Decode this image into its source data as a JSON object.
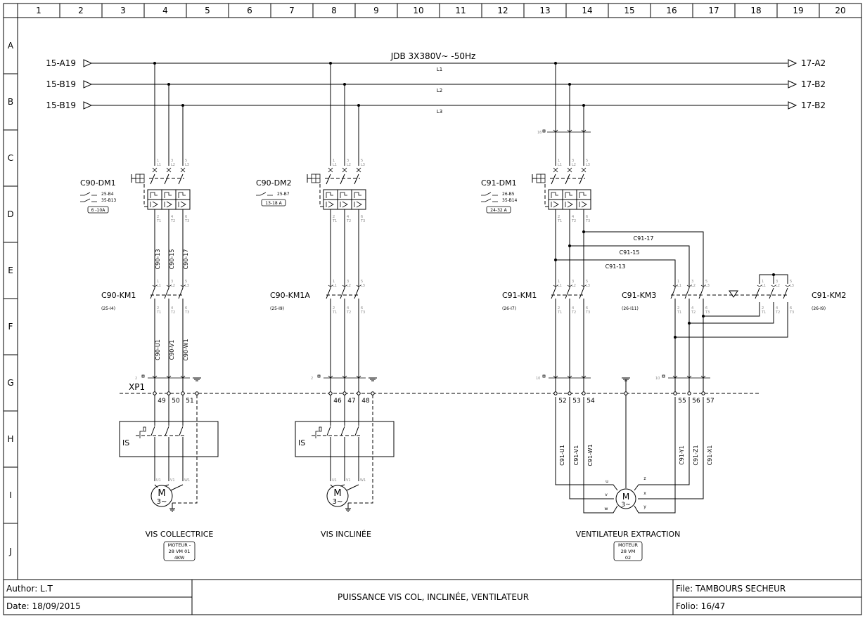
{
  "frame": {
    "columns": [
      "1",
      "2",
      "3",
      "4",
      "5",
      "6",
      "7",
      "8",
      "9",
      "10",
      "11",
      "12",
      "13",
      "14",
      "15",
      "16",
      "17",
      "18",
      "19",
      "20"
    ],
    "rows": [
      "A",
      "B",
      "C",
      "D",
      "E",
      "F",
      "G",
      "H",
      "I",
      "J"
    ]
  },
  "bus": {
    "title": "JDB  3X380V~ -50Hz",
    "lines": [
      {
        "name": "L1",
        "from": "15-A19",
        "to": "17-A2"
      },
      {
        "name": "L2",
        "from": "15-B19",
        "to": "17-B2"
      },
      {
        "name": "L3",
        "from": "15-B19",
        "to": "17-B2"
      }
    ]
  },
  "terminal_strip": "XP1",
  "isolator_label": "IS",
  "motor_symbol": {
    "letter": "M",
    "phase": "3~"
  },
  "breakers": [
    {
      "name": "C90-DM1",
      "aux": [
        "25-B4",
        "35-B13"
      ],
      "rating": "6 -10A"
    },
    {
      "name": "C90-DM2",
      "aux": [
        "25-B7"
      ],
      "rating": "13-18 A"
    },
    {
      "name": "C91-DM1",
      "aux": [
        "26-B5",
        "35-B14"
      ],
      "rating": "24-32 A"
    }
  ],
  "contactors": [
    {
      "name": "C90-KM1",
      "ref": "(25-I4)"
    },
    {
      "name": "C90-KM1A",
      "ref": "(25-I9)"
    },
    {
      "name": "C91-KM1",
      "ref": "(26-I7)"
    },
    {
      "name": "C91-KM3",
      "ref": "(26-I11)"
    },
    {
      "name": "C91-KM2",
      "ref": "(26-I9)"
    }
  ],
  "wires": {
    "c90_top": [
      "C90-13",
      "C90-15",
      "C90-17"
    ],
    "c90_bottom": [
      "C90-U1",
      "C90-V1",
      "C90-W1"
    ],
    "c91_cross": [
      "C91-17",
      "C91-15",
      "C91-13"
    ],
    "c91_bottom": [
      "C91-U1",
      "C91-V1",
      "C91-W1",
      "C91-Y1",
      "C91-Z1",
      "C91-X1"
    ]
  },
  "terminals": {
    "a": [
      "49",
      "50",
      "51"
    ],
    "b": [
      "46",
      "47",
      "48"
    ],
    "c": [
      "52",
      "53",
      "54"
    ],
    "d": [
      "55",
      "56",
      "57"
    ]
  },
  "pin_labels": {
    "top": [
      "1",
      "3",
      "5"
    ],
    "top_sub": [
      "L1",
      "L2",
      "L3"
    ],
    "bottom": [
      "2",
      "4",
      "6"
    ],
    "bottom_sub": [
      "T1",
      "T2",
      "T3"
    ],
    "motor": [
      "U1",
      "V1",
      "W1"
    ],
    "star_motor": [
      "u",
      "v",
      "w",
      "z",
      "x",
      "y"
    ],
    "aux_small": [
      "16",
      "2",
      "10"
    ]
  },
  "motors": [
    {
      "title": "VIS COLLECTRICE",
      "plate": [
        "MOTEUR -",
        "28 VM  01",
        "4KW"
      ]
    },
    {
      "title": "VIS INCLINÉE",
      "plate": []
    },
    {
      "title": "VENTILATEUR EXTRACTION",
      "plate": [
        "MOTEUR",
        "28 VM",
        "02"
      ]
    }
  ],
  "footer": {
    "author": "Author: L.T",
    "date": "Date: 18/09/2015",
    "title": "PUISSANCE VIS COL, INCLINÉE, VENTILATEUR",
    "file": "File: TAMBOURS SECHEUR",
    "folio": "Folio: 16/47"
  }
}
